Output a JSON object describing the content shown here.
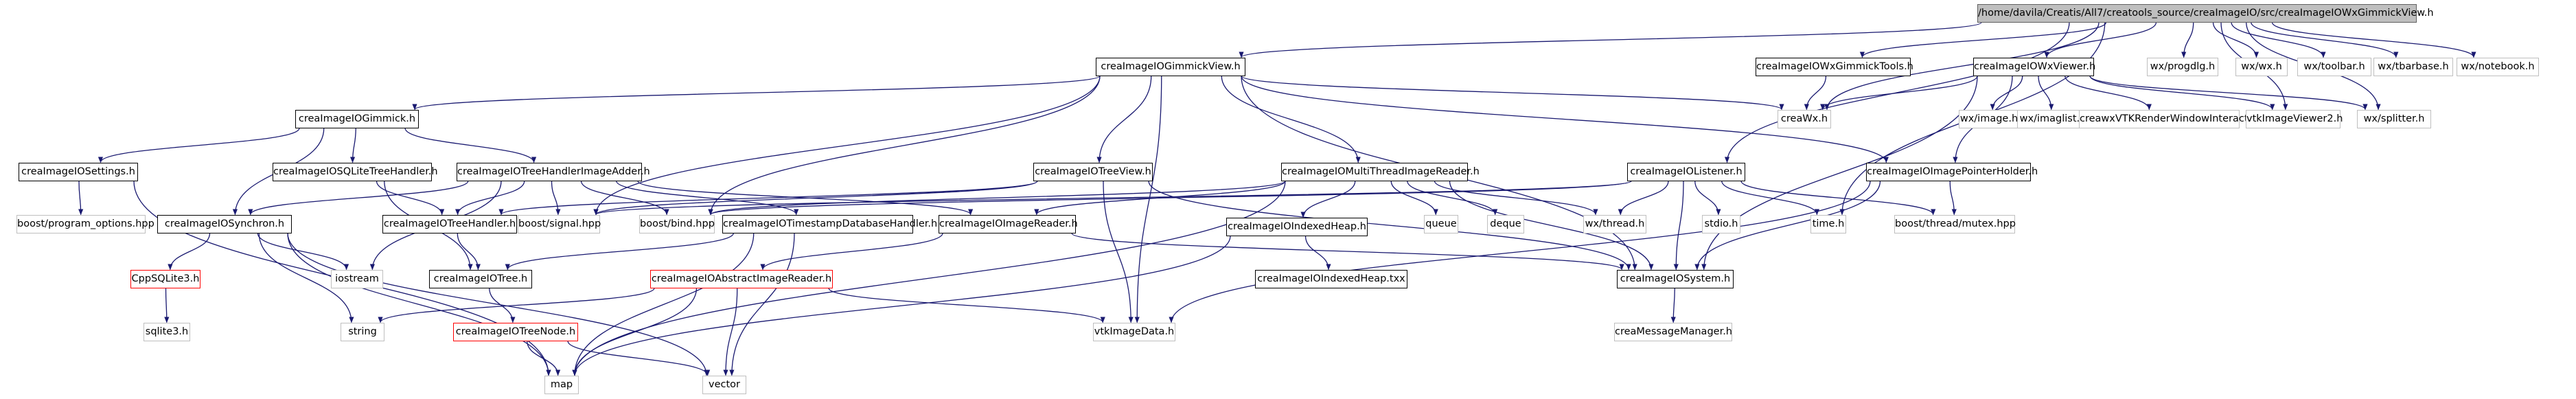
{
  "diagram": {
    "type": "include-dependency-graph",
    "nodes": {
      "root": "/home/davila/Creatis/All7/creatools_source/creaImageIO/src/creaImageIOWxGimmickView.h",
      "gimmickView": "creaImageIOGimmickView.h",
      "wxGimmickTools": "creaImageIOWxGimmickTools.h",
      "wxViewer": "creaImageIOWxViewer.h",
      "wxProgdlg": "wx/progdlg.h",
      "wxWx": "wx/wx.h",
      "wxToolbar": "wx/toolbar.h",
      "wxTbarbase": "wx/tbarbase.h",
      "wxNotebook": "wx/notebook.h",
      "gimmick": "creaImageIOGimmick.h",
      "creaWx": "creaWx.h",
      "wxImage": "wx/image.h",
      "wxImaglist": "wx/imaglist.h",
      "vtkInteractor": "creawxVTKRenderWindowInteractor.h",
      "vtkImageViewer2": "vtkImageViewer2.h",
      "wxSplitter": "wx/splitter.h",
      "settings": "creaImageIOSettings.h",
      "sqliteTreeHandler": "creaImageIOSQLiteTreeHandler.h",
      "treeHandlerImageAdder": "creaImageIOTreeHandlerImageAdder.h",
      "treeView": "creaImageIOTreeView.h",
      "multiThreadImageReader": "creaImageIOMultiThreadImageReader.h",
      "listener": "creaImageIOListener.h",
      "imagePointerHolder": "creaImageIOImagePointerHolder.h",
      "programOptions": "boost/program_options.hpp",
      "synchron": "creaImageIOSynchron.h",
      "treeHandler": "creaImageIOTreeHandler.h",
      "boostSignal": "boost/signal.hpp",
      "boostBind": "boost/bind.hpp",
      "timestampDb": "creaImageIOTimestampDatabaseHandler.h",
      "imageReader": "creaImageIOImageReader.h",
      "queue": "queue",
      "deque": "deque",
      "wxThread": "wx/thread.h",
      "stdio": "stdio.h",
      "time": "time.h",
      "boostMutex": "boost/thread/mutex.hpp",
      "cppSQLite3": "CppSQLite3.h",
      "iostream": "iostream",
      "tree": "creaImageIOTree.h",
      "indexedHeap": "creaImageIOIndexedHeap.h",
      "system": "creaImageIOSystem.h",
      "sqlite3": "sqlite3.h",
      "abstractImageReader": "creaImageIOAbstractImageReader.h",
      "indexedHeapTxx": "creaImageIOIndexedHeap.txx",
      "creaMessageManager": "creaMessageManager.h",
      "string": "string",
      "treeNode": "creaImageIOTreeNode.h",
      "vtkImageData": "vtkImageData.h",
      "map": "map",
      "vector": "vector"
    },
    "colors": {
      "documented_border": "#000000",
      "system_border": "#bfbfbf",
      "undocumented_border": "#ff0000",
      "root_fill": "#bfbfbf",
      "edge": "#191970"
    }
  }
}
